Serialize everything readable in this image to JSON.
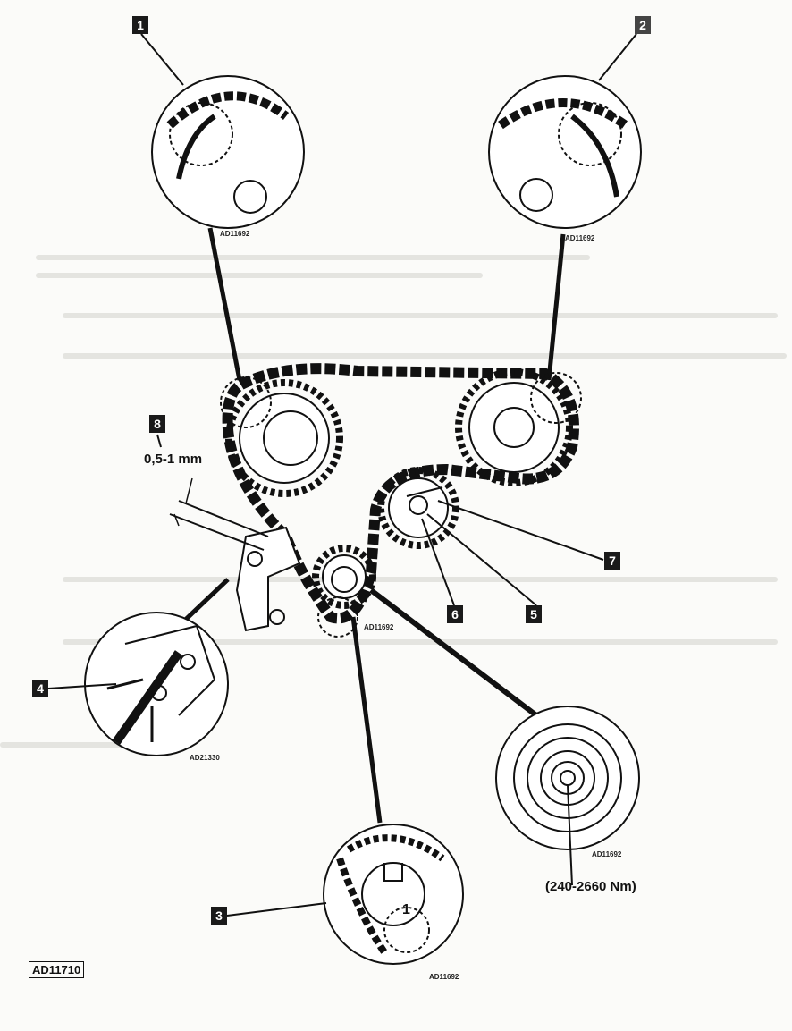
{
  "callouts": [
    "1",
    "2",
    "3",
    "4",
    "5",
    "6",
    "7",
    "8"
  ],
  "gap_label": "0,5-1 mm",
  "torque_label": "(240-2660 Nm)",
  "figure_code": "AD11710",
  "detail_codes": {
    "detail_1": "AD11692",
    "detail_2": "AD11692",
    "detail_crank_center": "AD11692",
    "detail_3": "AD11692",
    "detail_4": "AD21330",
    "detail_bolt": "AD11692"
  }
}
